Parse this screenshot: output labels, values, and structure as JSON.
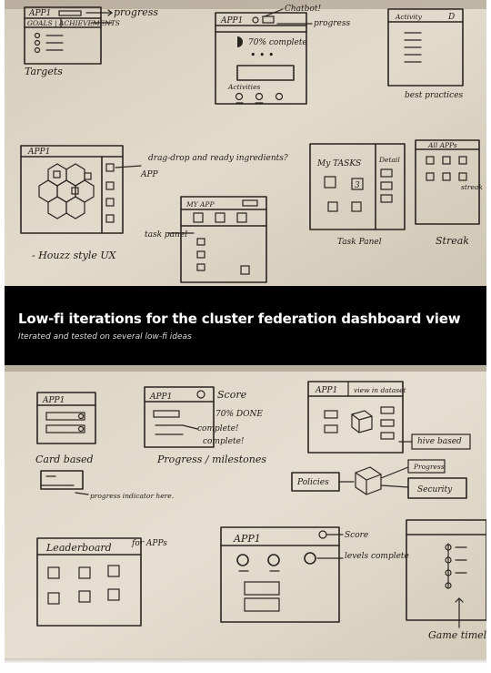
{
  "caption": {
    "title": "Low-fi iterations for the cluster federation dashboard view",
    "subtitle": "Iterated and tested on several low-fi ideas"
  },
  "top_sketches": {
    "s1": {
      "app": "APP1",
      "tabs": "GOALS | ACHIEVEMENTS",
      "note_progress": "progress",
      "note_targets": "Targets"
    },
    "s2": {
      "app": "APP1",
      "note_chatbot": "Chatbot!",
      "note_progress": "progress",
      "percent": "70% complete",
      "activities": "Activities"
    },
    "s3": {
      "app": "Activity",
      "note": "best practices"
    },
    "s4": {
      "app": "APP1",
      "note_drag": "drag-drop and ready ingredients?",
      "note_app": "APP",
      "note_ux": "- Houzz style UX"
    },
    "s5": {
      "app": "MY APP",
      "note": "task panel"
    },
    "s6": {
      "header": "My TASKS",
      "detail": "Detail",
      "count": "3",
      "note": "Task Panel"
    },
    "s7": {
      "header": "All APPs",
      "note_streak": "Streak",
      "note_side": "streak"
    }
  },
  "bottom_sketches": {
    "b1": {
      "app": "APP1",
      "note": "Card based",
      "note2": "progress indicator here."
    },
    "b2": {
      "app": "APP1",
      "score": "Score",
      "done": "70% DONE",
      "complete1": "complete!",
      "complete2": "complete!",
      "note": "Progress / milestones"
    },
    "b3": {
      "app": "APP1",
      "view": "view in dataset",
      "note": "hive based",
      "policies": "Policies",
      "progress": "Progress",
      "security": "Security"
    },
    "b4": {
      "title": "Leaderboard",
      "note": "for APPs"
    },
    "b5": {
      "app": "APP1",
      "score": "Score",
      "levels": "levels complete"
    },
    "b6": {
      "note": "Game timeline"
    }
  }
}
